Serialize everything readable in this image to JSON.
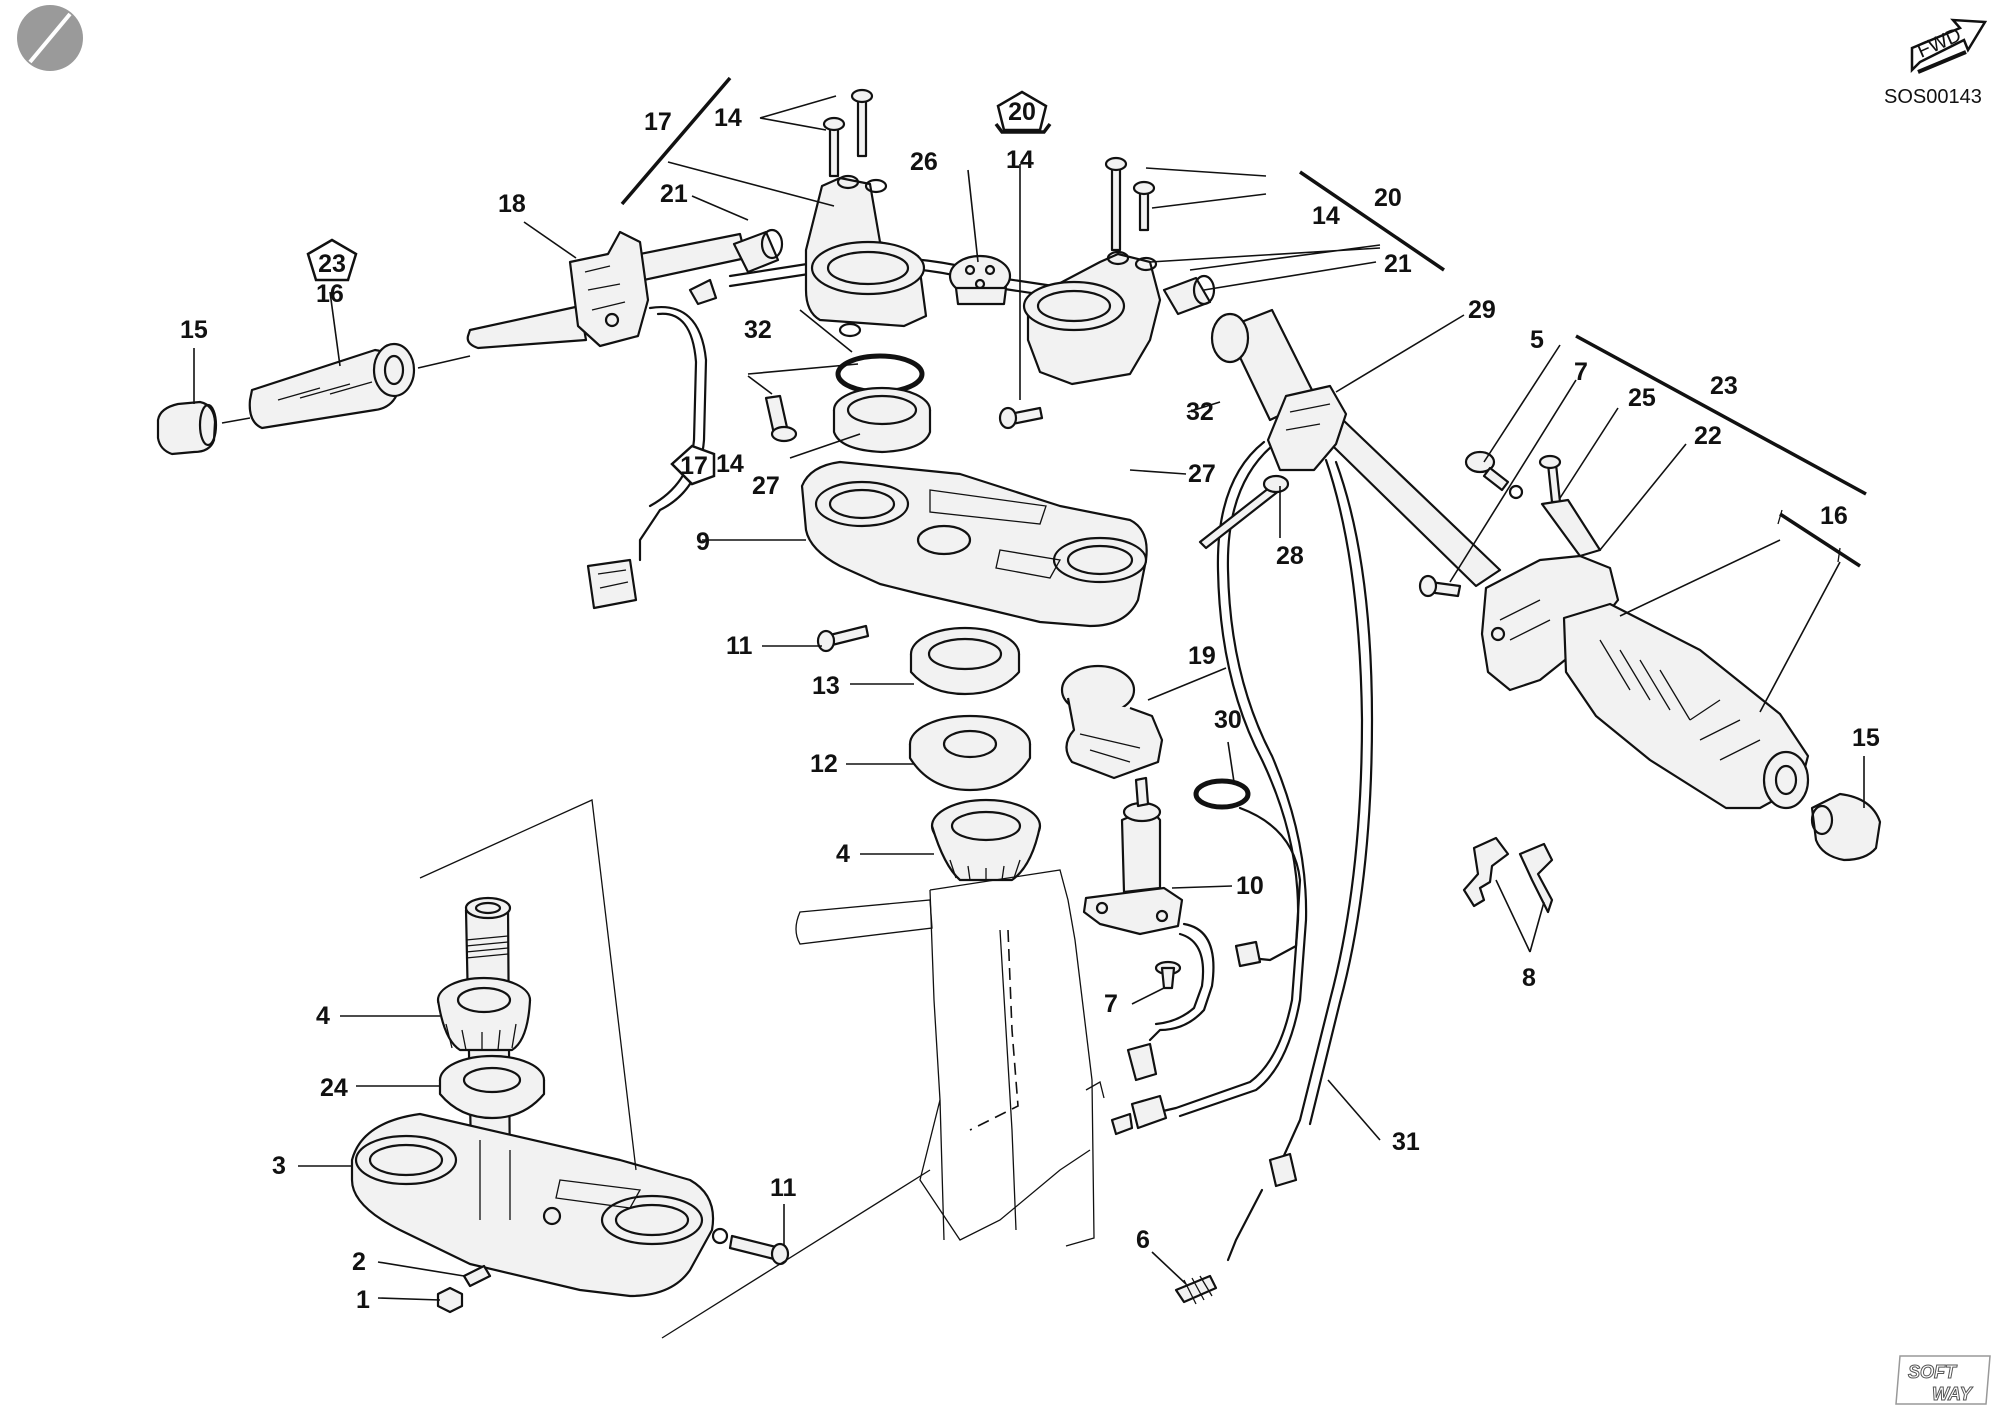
{
  "drawing_code": "SOS00143",
  "fwd_text": "FWD",
  "brand_mark_line1": "SOFT",
  "brand_mark_line2": "WAY",
  "labels": {
    "l1": "1",
    "l2": "2",
    "l3": "3",
    "l4a": "4",
    "l4b": "4",
    "l5": "5",
    "l6": "6",
    "l7a": "7",
    "l7b": "7",
    "l8": "8",
    "l9": "9",
    "l10": "10",
    "l11a": "11",
    "l11b": "11",
    "l12": "12",
    "l13": "13",
    "l14a": "14",
    "l14b": "14",
    "l14c": "14",
    "l14d": "14",
    "l15a": "15",
    "l15b": "15",
    "l16a": "16",
    "l16b": "16",
    "l17": "17",
    "l18": "18",
    "l19": "19",
    "l20": "20",
    "l21a": "21",
    "l21b": "21",
    "l22": "22",
    "l23": "23",
    "l24": "24",
    "l25": "25",
    "l26": "26",
    "l27a": "27",
    "l27b": "27",
    "l28": "28",
    "l29": "29",
    "l30": "30",
    "l31": "31",
    "l32a": "32",
    "l32b": "32"
  },
  "pentagons": {
    "p23": "23",
    "p20": "20",
    "p17": "17"
  },
  "icons": [
    "corner-dot-icon",
    "fwd-arrow-icon",
    "brand-mark-icon"
  ]
}
